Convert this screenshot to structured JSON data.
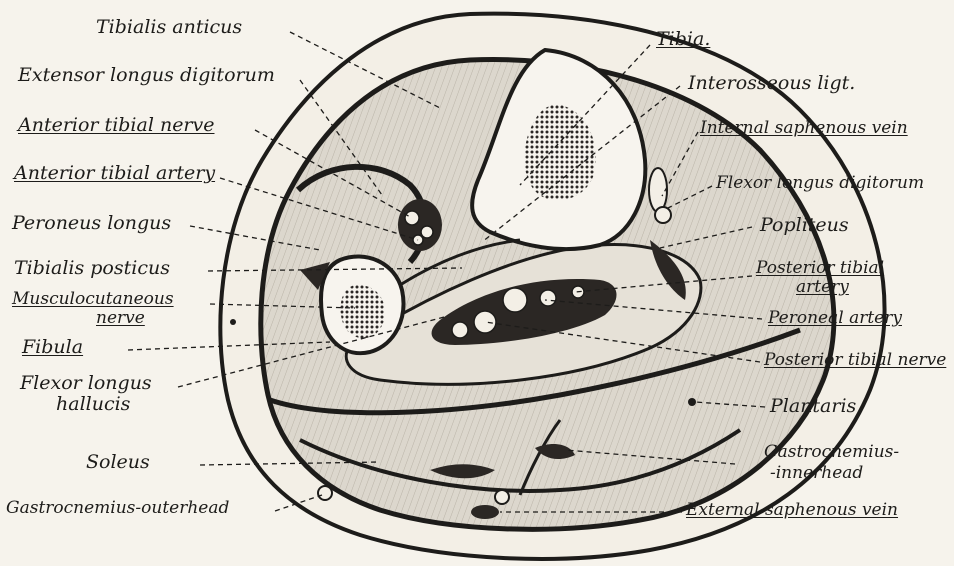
{
  "labels": {
    "tibialis_anticus": "Tibialis anticus",
    "extensor_longus_digitorum": "Extensor longus digitorum",
    "anterior_tibial_nerve": "Anterior tibial nerve",
    "anterior_tibial_artery": "Anterior tibial artery",
    "peroneus_longus": "Peroneus longus",
    "tibialis_posticus": "Tibialis posticus",
    "musculocutaneous_nerve_1": "Musculocutaneous",
    "musculocutaneous_nerve_2": "nerve",
    "fibula": "Fibula",
    "flexor_longus_hallucis_1": "Flexor longus",
    "flexor_longus_hallucis_2": "hallucis",
    "soleus": "Soleus",
    "gastrocnemius_outerhead": "Gastrocnemius-outerhead",
    "tibia": "Tibia.",
    "interosseous_ligt": "Interosseous ligt.",
    "internal_saphenous_vein": "Internal saphenous vein",
    "flexor_longus_digitorum": "Flexor longus digitorum",
    "popliteus": "Popliteus",
    "posterior_tibial_artery_1": "Posterior tibial",
    "posterior_tibial_artery_2": "artery",
    "peroneal_artery": "Peroneal artery",
    "posterior_tibial_nerve": "Posterior tibial nerve",
    "plantaris": "Plantaris",
    "gastrocnemius_innerhead_1": "Gastrocnemius-",
    "gastrocnemius_innerhead_2": "-innerhead",
    "external_saphenous_vein": "External saphenous vein"
  },
  "colors": {
    "background": "#f6f3ec",
    "ink": "#1d1c1a",
    "skin_fill": "#f3efe6",
    "muscle_fill": "#dcd7cd",
    "bone_fill": "#f7f4ee",
    "marrow": "#2a2624"
  }
}
